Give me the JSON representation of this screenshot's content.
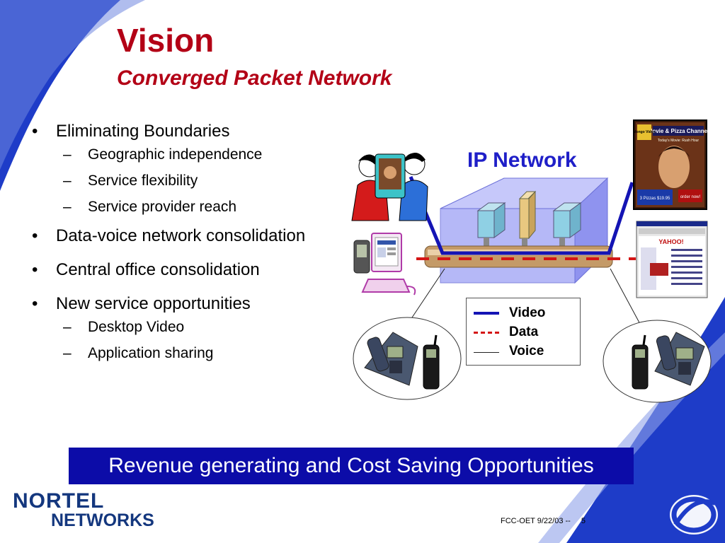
{
  "slide": {
    "title": "Vision",
    "subtitle": "Converged Packet Network"
  },
  "bullets": [
    {
      "text": "Eliminating Boundaries",
      "sub": [
        "Geographic independence",
        "Service flexibility",
        "Service provider reach"
      ]
    },
    {
      "text": "Data-voice network consolidation",
      "sub": []
    },
    {
      "text": "Central office consolidation",
      "sub": []
    },
    {
      "text": "New service opportunities",
      "sub": [
        "Desktop Video",
        "Application sharing"
      ]
    }
  ],
  "diagram": {
    "ip_network_label": "IP Network",
    "legend": [
      {
        "label": "Video",
        "color": "#1414b4"
      },
      {
        "label": "Data",
        "color": "#d41515"
      },
      {
        "label": "Voice",
        "color": "#222222"
      }
    ],
    "tv_screen": {
      "channel_title": "Movie & Pizza Channel",
      "sub_caption": "Today's Movie: Rush Hour",
      "side_badge": "Mongo Video",
      "price_label": "3 Pizzas  $19.95",
      "order_label": "order now!"
    },
    "browser_logo": "YAHOO!"
  },
  "banner": "Revenue generating and Cost Saving Opportunities",
  "logo": {
    "line1": "NORTEL",
    "line2": "NETWORKS"
  },
  "footer": {
    "text": "FCC-OET 9/22/03 --",
    "page": "5"
  },
  "colors": {
    "title": "#b30016",
    "banner": "#0c0ca8",
    "swoosh": "#1e3cc8",
    "network": "#1f1fc8"
  }
}
